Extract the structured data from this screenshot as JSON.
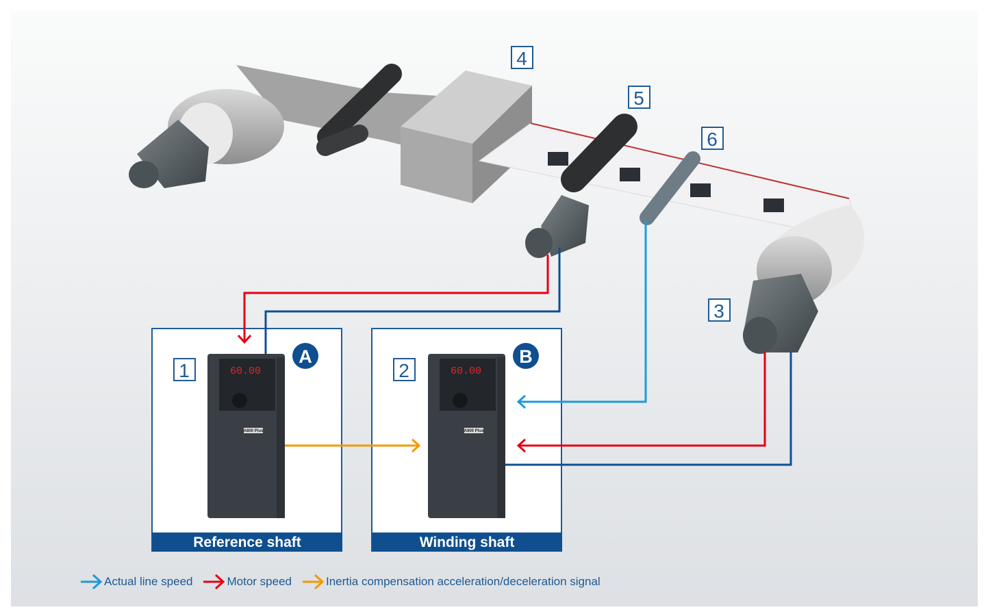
{
  "colors": {
    "actual_line_speed": "#1d9ad8",
    "motor_speed": "#e60012",
    "inertia_signal": "#f39800",
    "encoder_line": "#0d4f93",
    "label": "#1d5a93"
  },
  "markers": {
    "n1": "1",
    "n2": "2",
    "n3": "3",
    "n4": "4",
    "n5": "5",
    "n6": "6",
    "a": "A",
    "b": "B"
  },
  "panels": {
    "reference": "Reference shaft",
    "winding": "Winding shaft"
  },
  "inverter": {
    "display": "60.00",
    "model": "A800 Plus"
  },
  "legend": [
    {
      "label": "Actual line speed",
      "icon": "arrow-right-icon"
    },
    {
      "label": "Motor speed",
      "icon": "arrow-right-icon"
    },
    {
      "label": "Inertia compensation acceleration/deceleration signal",
      "icon": "arrow-right-icon"
    }
  ]
}
